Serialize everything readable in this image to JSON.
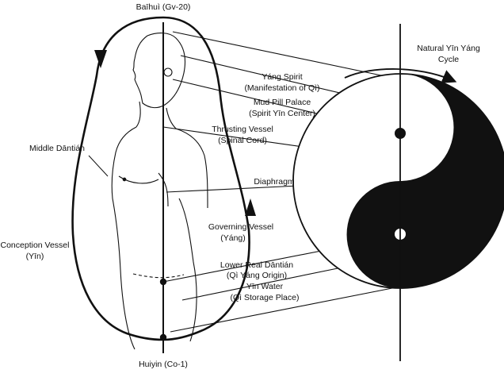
{
  "labels": {
    "baihui": "Baīhuì (Gv-20)",
    "huiyin": "Huiyin (Co-1)",
    "middle_dantian": "Middle Dāntián",
    "conception_vessel_1": "Conception Vessel",
    "conception_vessel_2": "(Yīn)",
    "natural_yin_yang_1": "Natural Yīn Yáng",
    "natural_yin_yang_2": "Cycle",
    "yang_spirit_1": "Yáng Spirit",
    "yang_spirit_2": "(Manifestation of Qì)",
    "mud_pill_1": "Mud Pill Palace",
    "mud_pill_2": "(Spirit Yīn Center)",
    "thrusting_1": "Thrusting Vessel",
    "thrusting_2": "(Spinal Cord)",
    "diaphragm": "Diaphragm",
    "governing_1": "Governing Vessel",
    "governing_2": "(Yáng)",
    "lower_dantian_1": "Lower Real Dāntián",
    "lower_dantian_2": "(Qì Yáng Origin)",
    "yin_water_1": "Yīn Water",
    "yin_water_2": "(Qì Storage Place)"
  },
  "colors": {
    "ink": "#111111",
    "paper": "#ffffff"
  }
}
